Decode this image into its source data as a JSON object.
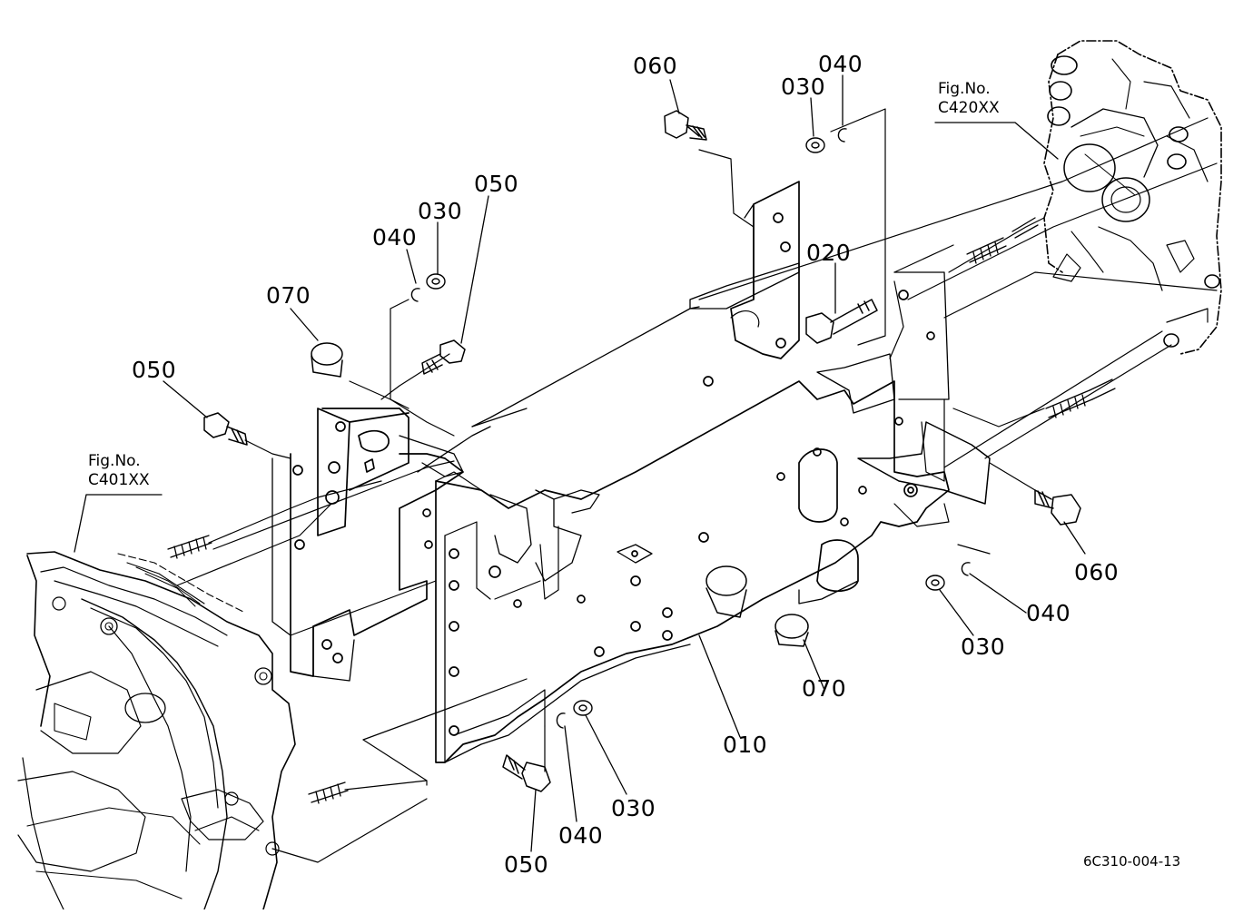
{
  "diagram": {
    "drawing_number": "6C310-004-13",
    "fig_refs": [
      {
        "line1": "Fig.No.",
        "line2": "C401XX"
      },
      {
        "line1": "Fig.No.",
        "line2": "C420XX"
      }
    ],
    "callouts": [
      "060",
      "030",
      "040",
      "050",
      "040",
      "030",
      "070",
      "050",
      "020",
      "060",
      "040",
      "030",
      "070",
      "010",
      "030",
      "040",
      "050"
    ]
  }
}
